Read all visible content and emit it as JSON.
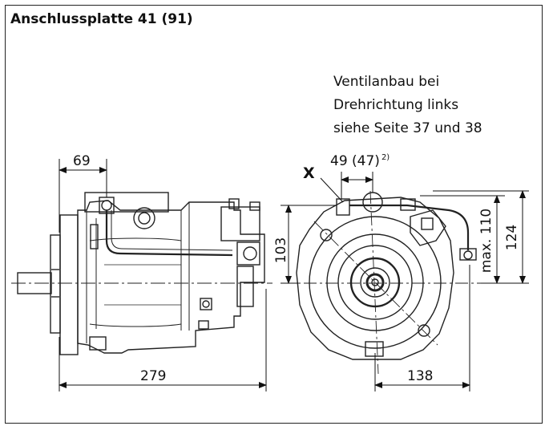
{
  "title": "Anschlussplatte 41 (91)",
  "note": {
    "line1": "Ventilanbau bei",
    "line2": "Drehrichtung links",
    "line3": "siehe Seite 37 und 38"
  },
  "dimensions": {
    "top_left": "69",
    "overall_length": "279",
    "port_offset": "49 (47)",
    "port_offset_footnote": "2)",
    "height_left": "103",
    "height_max_110": "max. 110",
    "height_124": "124",
    "width_right": "138"
  },
  "port_label": "X"
}
